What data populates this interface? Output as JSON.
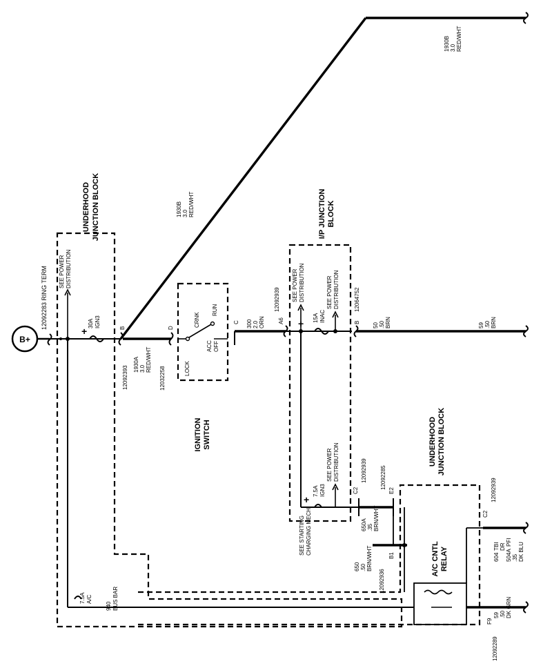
{
  "source": {
    "label": "B+",
    "connector": "12092283 RING TERM"
  },
  "underhood_block_top": {
    "title_line1": "UNDERHOOD",
    "title_line2": "JUNCTION BLOCK",
    "see_power_line1": "SEE POWER",
    "see_power_line2": "DISTRIBUTION",
    "fuse_rating": "30A",
    "fuse_name": "IGN3",
    "relay_fuse_rating": "7.5A",
    "relay_fuse_name": "A/C",
    "bus_wire": "940",
    "bus_label": "BUS BAR"
  },
  "ignition_switch": {
    "title_line1": "IGNITION",
    "title_line2": "SWITCH",
    "pos_crank": "CRNK",
    "pos_run": "RUN",
    "pos_acc": "ACC",
    "pos_off": "OFF",
    "pos_lock": "LOCK",
    "pin_b": "B",
    "pin_d": "D",
    "pin_c": "C",
    "conn_b": "12092393",
    "conn_d": "12032258"
  },
  "wires": {
    "w1930a_num": "1930A",
    "w1930a_size": "3.0",
    "w1930a_color": "RED/WHT",
    "w1930b_num": "1930B",
    "w1930b_size": "3.0",
    "w1930b_color": "RED/WHT",
    "w300_num": "300",
    "w300_size": "2.0",
    "w300_color": "ORN",
    "w50_num": "50",
    "w50_size": ".50",
    "w50_color": "BRN",
    "w59a_num": "59",
    "w59a_size": ".50",
    "w59a_color": "BRN",
    "w650a_num": "650A",
    "w650a_size": ".35",
    "w650a_color": "BRN/WHT",
    "w650_num": "650",
    "w650_size": ".50",
    "w650_color": "BRN/WHT",
    "w604_num": "604",
    "w604_size": "TBI",
    "w604_color": "DR",
    "w604a_num": "504A",
    "w604a_size": "PFI",
    "w604a_ext": ".35",
    "w604a_color": "DK BLU",
    "w59b_num": "59",
    "w59b_size": ".50",
    "w59b_color": "DK GRN"
  },
  "ip_block": {
    "title_line1": "I/P JUNCTION",
    "title_line2": "BLOCK",
    "conn_left": "12092939",
    "pin_a6": "A6",
    "conn_right": "12064752",
    "pin_b": "B",
    "see_power1_line1": "SEE POWER",
    "see_power1_line2": "DISTRIBUTION",
    "see_power2_line1": "SEE POWER",
    "see_power2_line2": "DISTRIBUTION",
    "fuse_rating": "15A",
    "fuse_name": "INAC",
    "fuse2_rating": "7.5A",
    "fuse2_name": "IGN3",
    "see_power3_line1": "SEE POWER",
    "see_power3_line2": "DISTRIBUTION",
    "pin_c2": "C2",
    "conn_c2": "12092939",
    "pin_e2": "E2",
    "conn_e2": "12092285"
  },
  "underhood_block_bottom": {
    "title_line1": "UNDERHOOD",
    "title_line2": "JUNCTION BLOCK",
    "relay_line1": "A/C CNTL",
    "relay_line2": "RELAY",
    "see_starting1": "SEE STARTING",
    "see_starting2": "CHARGING MECH",
    "pin_b1": "B1",
    "conn_b1": "12092936",
    "pin_c2": "C2",
    "conn_c2": "12092939",
    "pin_f9": "F9",
    "conn_f9": "12092289"
  }
}
